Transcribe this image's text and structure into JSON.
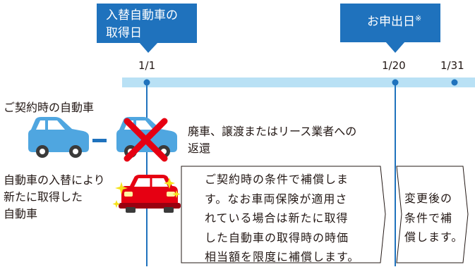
{
  "callouts": {
    "acquisition": "入替自動車の\n取得日",
    "application": "お申出日",
    "application_note_mark": "※"
  },
  "timeline": {
    "dates": [
      "1/1",
      "1/20",
      "1/31"
    ]
  },
  "labels": {
    "contract_vehicle": "ご契約時の自動車",
    "new_vehicle": "自動車の入替により\n新たに取得した\n自動車",
    "disposal": "廃車、譲渡またはリース業者への\n返還"
  },
  "boxes": {
    "pre_change": "ご契約時の条件で補償しま\nす。なお車両保険が適用さ\nれている場合は新たに取得\nした自動車の取得時の時価\n相当額を限度に補償します。",
    "post_change": "変更後の\n条件で補\n償します。"
  },
  "colors": {
    "callout_blue": "#1f72bd",
    "timeline_light_blue": "#b9e1f5",
    "contract_car_blue": "#4fa6e0",
    "new_car_red": "#e60012",
    "sparkle_yellow": "#f5e21c",
    "cross_red": "#e60012"
  },
  "icons": [
    "blue-car-icon",
    "scrapped-car-icon",
    "cross-mark-icon",
    "red-car-icon",
    "sparkle-icon"
  ]
}
